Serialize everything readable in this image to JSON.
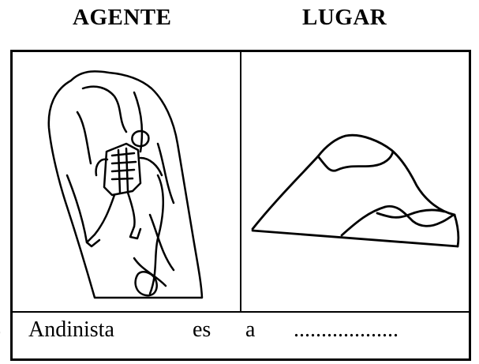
{
  "headers": {
    "agent": "AGENTE",
    "place": "LUGAR"
  },
  "sentence": {
    "word1": "Andinista",
    "word2": "es",
    "word3": "a",
    "blank": "..................."
  },
  "images": {
    "left": "climber-on-rock-drawing",
    "right": "mountain-drawing"
  }
}
